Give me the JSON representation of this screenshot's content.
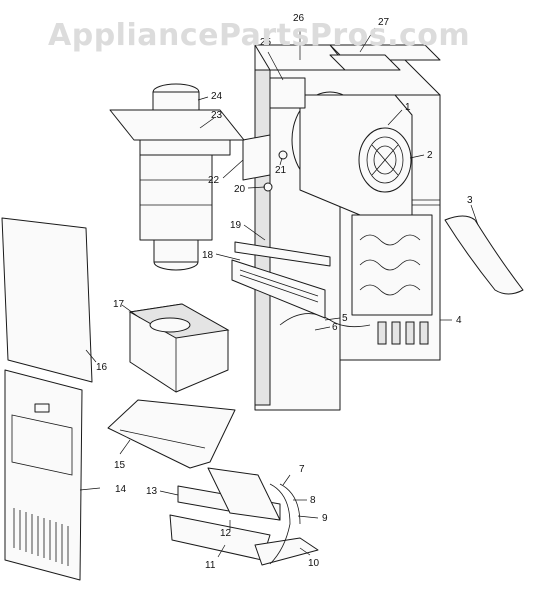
{
  "watermark": "AppliancePartsPros.com",
  "callouts": [
    "1",
    "2",
    "3",
    "4",
    "5",
    "6",
    "7",
    "8",
    "9",
    "10",
    "11",
    "12",
    "13",
    "14",
    "15",
    "16",
    "17",
    "18",
    "19",
    "20",
    "21",
    "22",
    "23",
    "24",
    "25",
    "26",
    "27"
  ],
  "colors": {
    "line": "#1a1a1a",
    "paper": "#ffffff",
    "watermark": "#dcdcdc"
  }
}
